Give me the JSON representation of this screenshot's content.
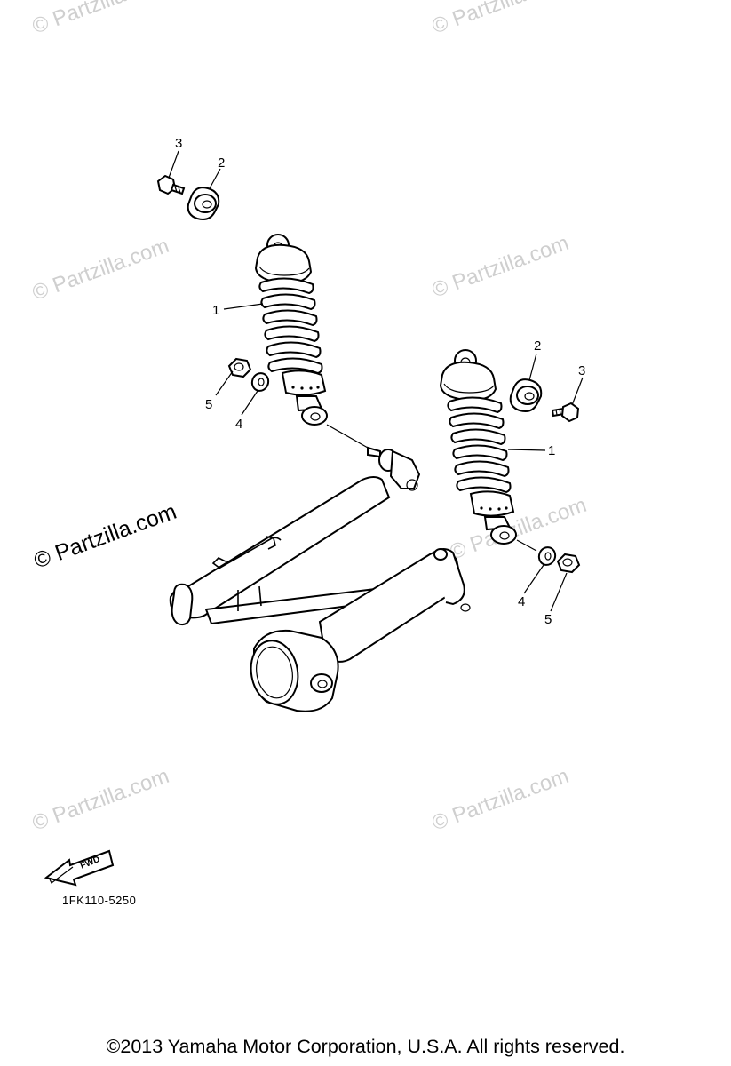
{
  "watermark": {
    "small": "© Partzilla.com",
    "large": "© Partzilla.com"
  },
  "callouts": {
    "part_1_left": "1",
    "part_1_right": "1",
    "part_2_top": "2",
    "part_2_right": "2",
    "part_3_top": "3",
    "part_3_right": "3",
    "part_4_left": "4",
    "part_4_right": "4",
    "part_5_left": "5",
    "part_5_right": "5"
  },
  "fwd_label": "FWD",
  "diagram_code": "1FK110-5250",
  "copyright": "©2013  Yamaha Motor Corporation, U.S.A. All rights reserved."
}
